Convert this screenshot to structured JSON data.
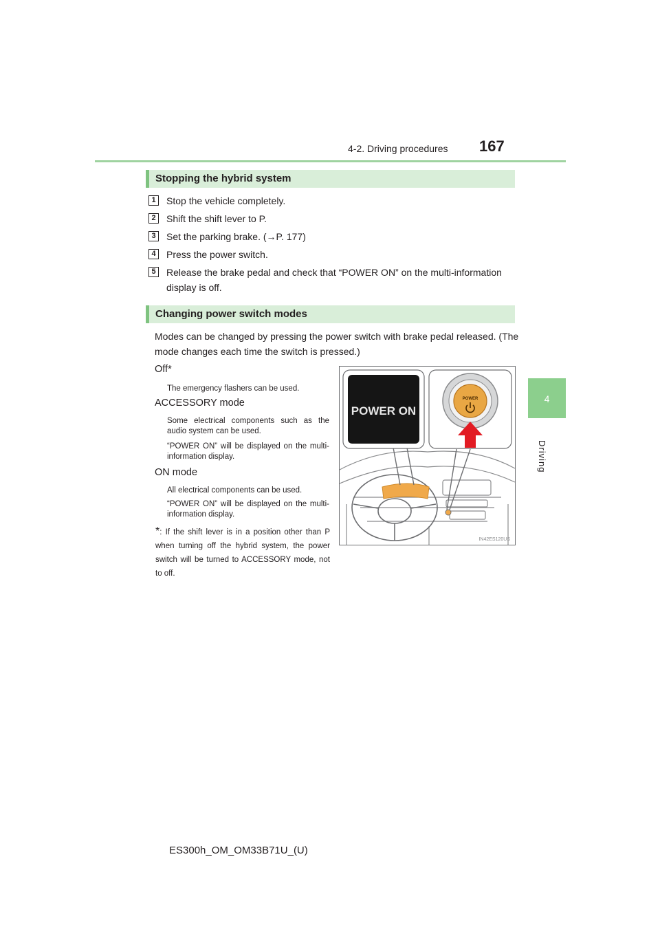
{
  "header": {
    "section": "4-2. Driving procedures",
    "page_number": "167"
  },
  "side_tab": {
    "number": "4",
    "label": "Driving"
  },
  "stop_section": {
    "heading": "Stopping the hybrid system",
    "steps": [
      {
        "num": "1",
        "text": "Stop the vehicle completely."
      },
      {
        "num": "2",
        "text": "Shift the shift lever to P."
      },
      {
        "num": "3",
        "text": "Set the parking brake. (→P. 177)"
      },
      {
        "num": "4",
        "text": "Press the power switch."
      },
      {
        "num": "5",
        "text": "Release the brake pedal and check that “POWER ON” on the multi-information display is off."
      }
    ]
  },
  "modes_section": {
    "heading": "Changing power switch modes",
    "intro": "Modes can be changed by pressing the power switch with brake pedal released. (The mode changes each time the switch is pressed.)",
    "modes": [
      {
        "title": "Off*",
        "desc": [
          "The emergency flashers can be used."
        ]
      },
      {
        "title": "ACCESSORY mode",
        "desc": [
          "Some electrical components such as the audio system can be used.",
          "“POWER ON” will be displayed on the multi-information display."
        ]
      },
      {
        "title": "ON mode",
        "desc": [
          "All electrical components can be used.",
          "“POWER ON” will be displayed on the multi-information display."
        ]
      }
    ],
    "footnote_mark": "*",
    "footnote": ": If the shift lever is in a position other than P when turning off the hybrid system, the power switch will be turned to ACCESSORY mode, not to off."
  },
  "figure": {
    "display_text": "POWER ON",
    "button_text": "POWER",
    "code": "IN42ES120US"
  },
  "footer": {
    "code": "ES300h_OM_OM33B71U_(U)"
  },
  "colors": {
    "accent_green": "#8ccf8d",
    "heading_bg": "#d9eed9",
    "display_orange": "#f0a94a",
    "arrow_red": "#e21b23"
  }
}
